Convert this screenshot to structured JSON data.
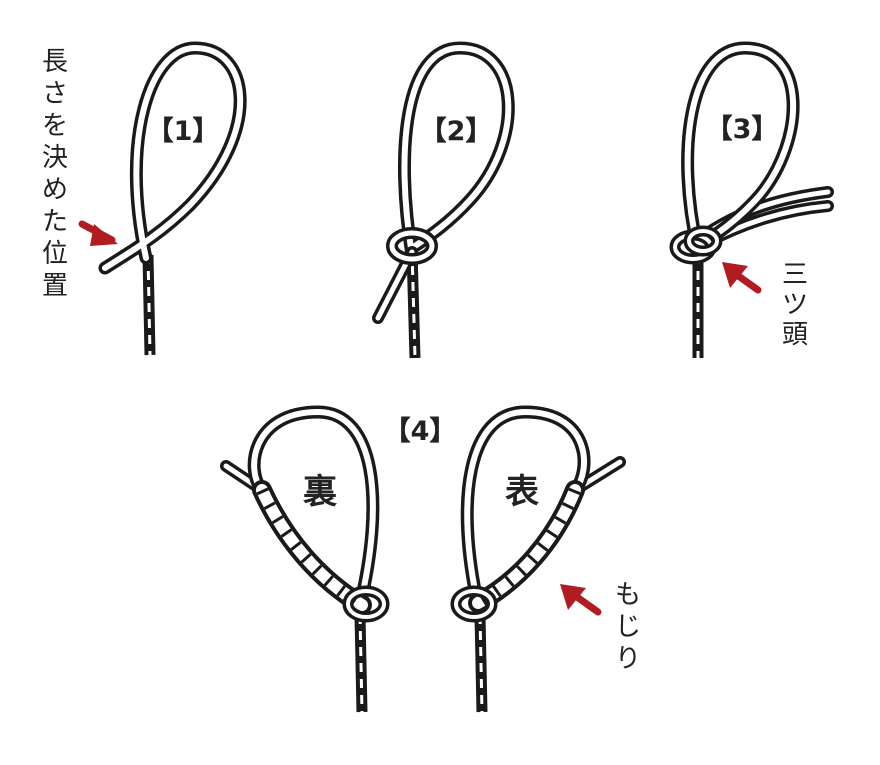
{
  "diagram": {
    "step_labels": [
      "【1】",
      "【2】",
      "【3】",
      "【4】"
    ],
    "annotations": {
      "length_position": [
        "長",
        "さ",
        "を",
        "決",
        "め",
        "た",
        "位",
        "置"
      ],
      "mitsugashira": [
        "三",
        "ツ",
        "頭"
      ],
      "mojiri": [
        "も",
        "じ",
        "り"
      ]
    },
    "side_labels": {
      "back": "裏",
      "front": "表"
    }
  },
  "colors": {
    "line": "#1a1a1a",
    "rope": "#ffffff",
    "arrow": "#b01c22",
    "text": "#222222"
  }
}
